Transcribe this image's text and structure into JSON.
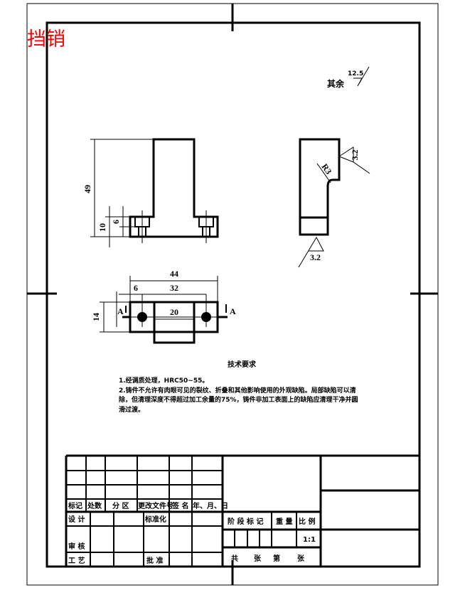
{
  "title": "挡销",
  "title_color": "#ff0000",
  "roughness": {
    "other_label": "其余",
    "other_value": "12.5",
    "side_face": "3.2",
    "bottom_face": "3.2"
  },
  "front_view": {
    "dim_height": "49",
    "dim_base": "10",
    "dim_counterbore": "6"
  },
  "top_view": {
    "dim_overall": "44",
    "dim_edge": "6",
    "dim_holes": "32",
    "dim_slot": "20",
    "dim_width": "14",
    "section_left": "A",
    "section_right": "A"
  },
  "side_view": {
    "radius": "R3"
  },
  "requirements": {
    "heading": "技术要求",
    "lines": [
      "1.经调质处理，HRC50~55。",
      "2.铸件不允许有肉眼可见的裂纹、折叠和其他影响使用的外观缺陷。局部缺陷可以清",
      "除，但清理深度不得超过加工余量的75%，铸件非加工表面上的缺陷应清理干净并圆",
      "滑过渡。"
    ]
  },
  "title_block": {
    "header": [
      "标记",
      "处数",
      "分 区",
      "更改文件号",
      "签 名",
      "年、月、日"
    ],
    "design": "设 计",
    "standardize": "标准化",
    "review": "审 核",
    "process": "工 艺",
    "approve": "批 准",
    "stage_mark": "阶 段 标 记",
    "weight": "重 量",
    "scale_label": "比 例",
    "scale_value": "1:1",
    "sheets": [
      "共",
      "张",
      "第",
      "张"
    ]
  }
}
